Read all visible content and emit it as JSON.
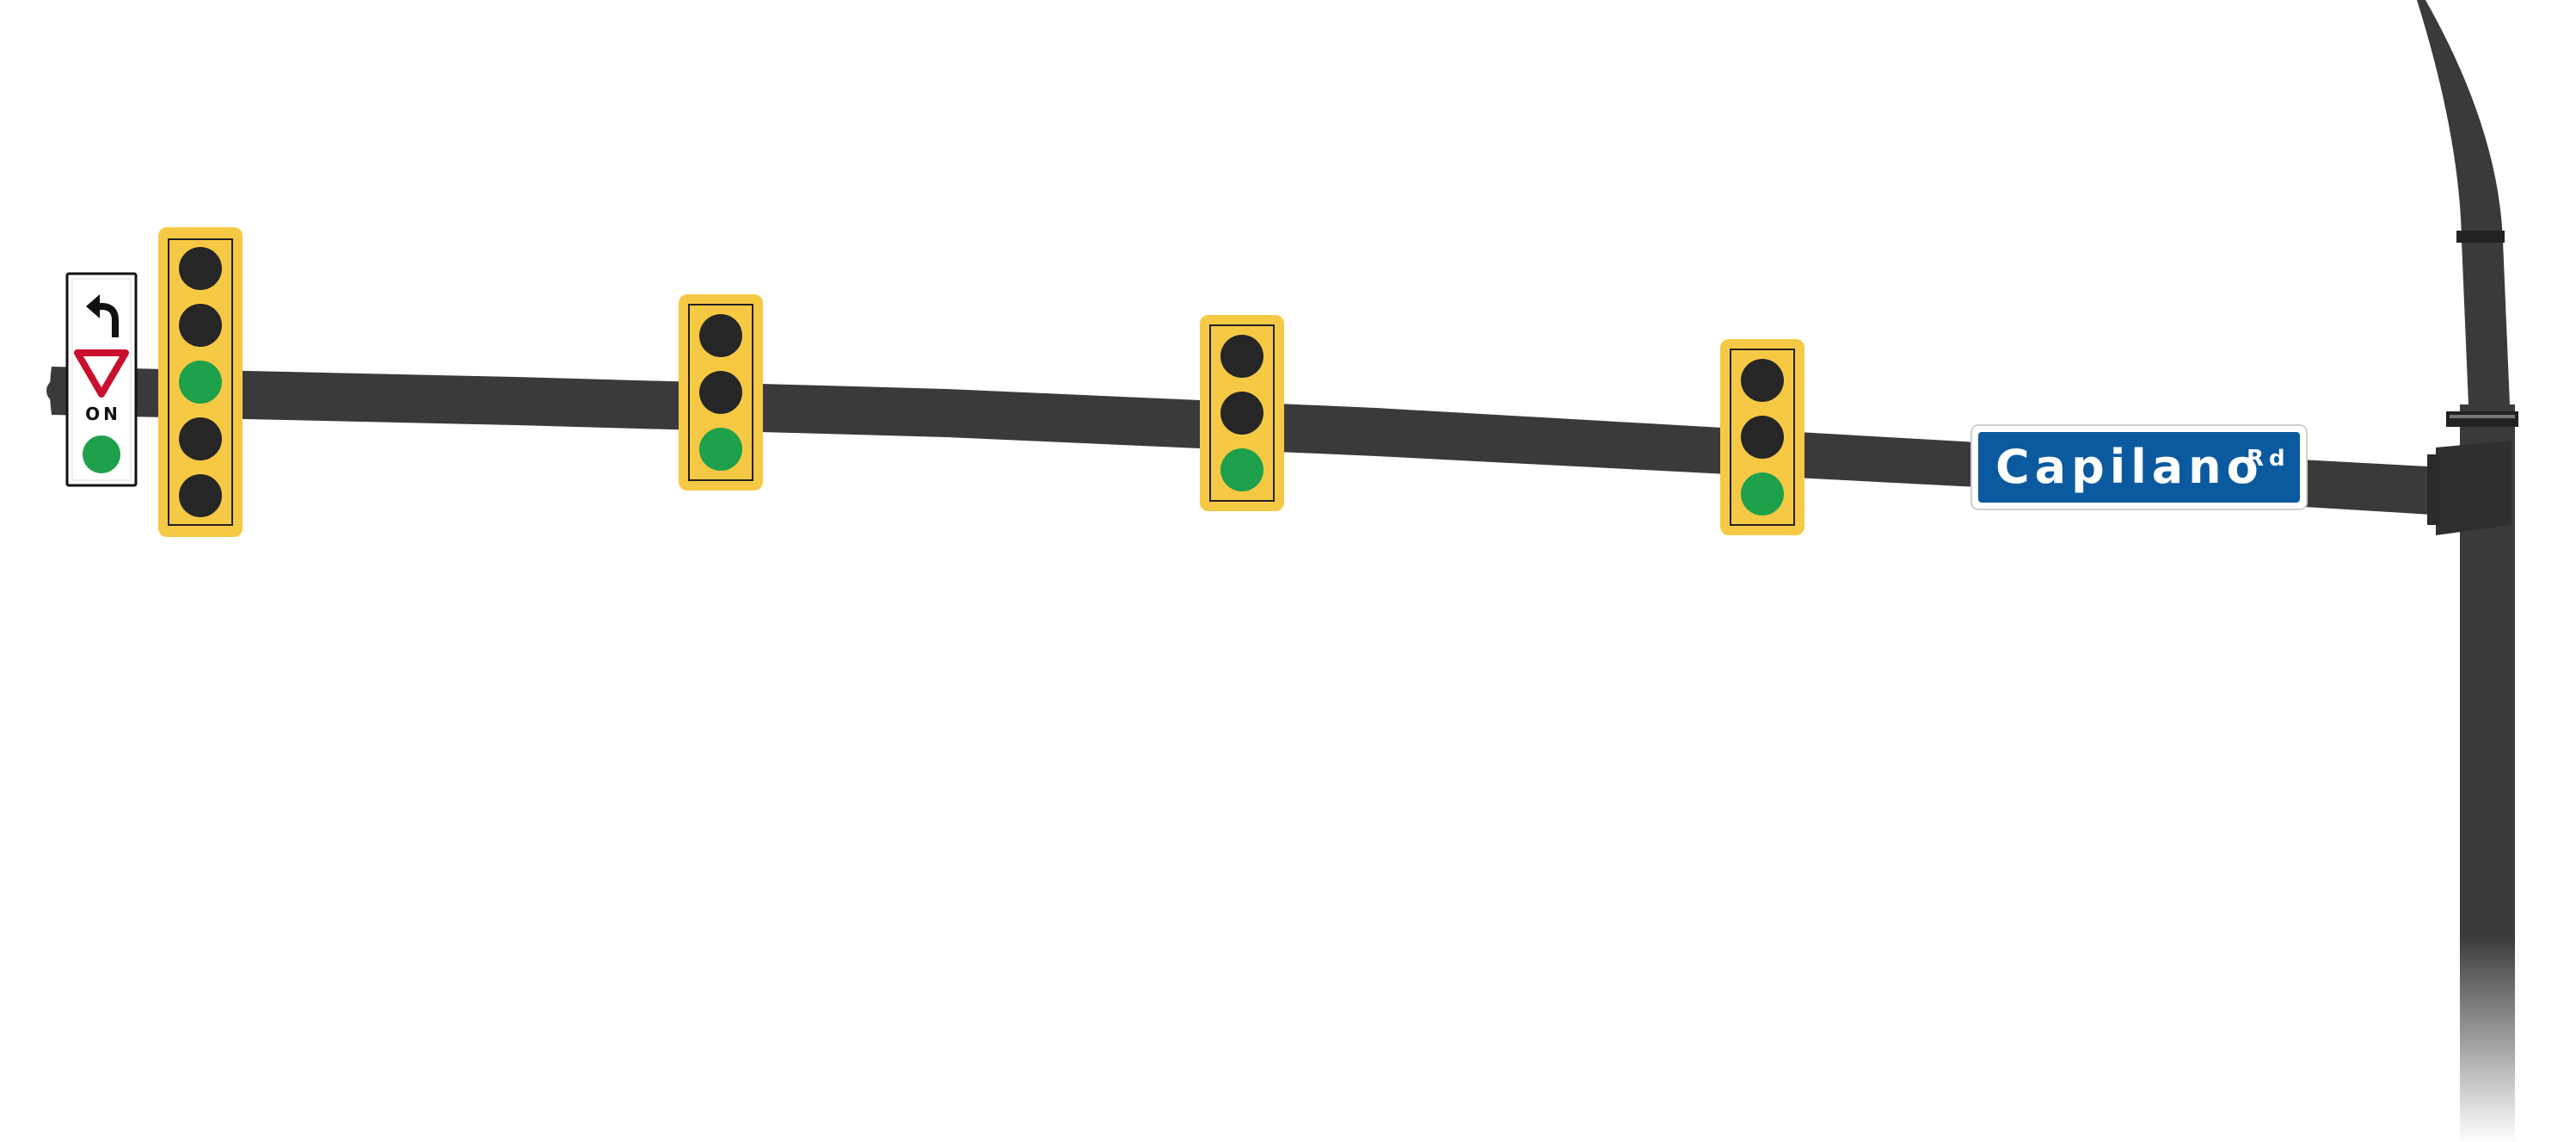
{
  "street_sign": {
    "name": "Capilano",
    "suffix": "Rd",
    "background_color": "#0b5aa0",
    "text_color": "#ffffff"
  },
  "left_turn_sign": {
    "arrow_icon": "left-turn-arrow-icon",
    "yield_icon": "yield-triangle-icon",
    "label": "ON",
    "indicator_color": "#1fa04b"
  },
  "colors": {
    "signal_housing": "#f6c945",
    "lens_off": "#262626",
    "lens_green": "#1fa04b",
    "pole": "#3a3a3c",
    "yield_red": "#c8102e"
  },
  "signals": [
    {
      "id": "signal-5-section",
      "sections": 5,
      "lit_section": 3,
      "lit_color": "green"
    },
    {
      "id": "signal-a",
      "sections": 3,
      "lit_section": 3,
      "lit_color": "green"
    },
    {
      "id": "signal-b",
      "sections": 3,
      "lit_section": 3,
      "lit_color": "green"
    },
    {
      "id": "signal-c",
      "sections": 3,
      "lit_section": 3,
      "lit_color": "green"
    }
  ]
}
